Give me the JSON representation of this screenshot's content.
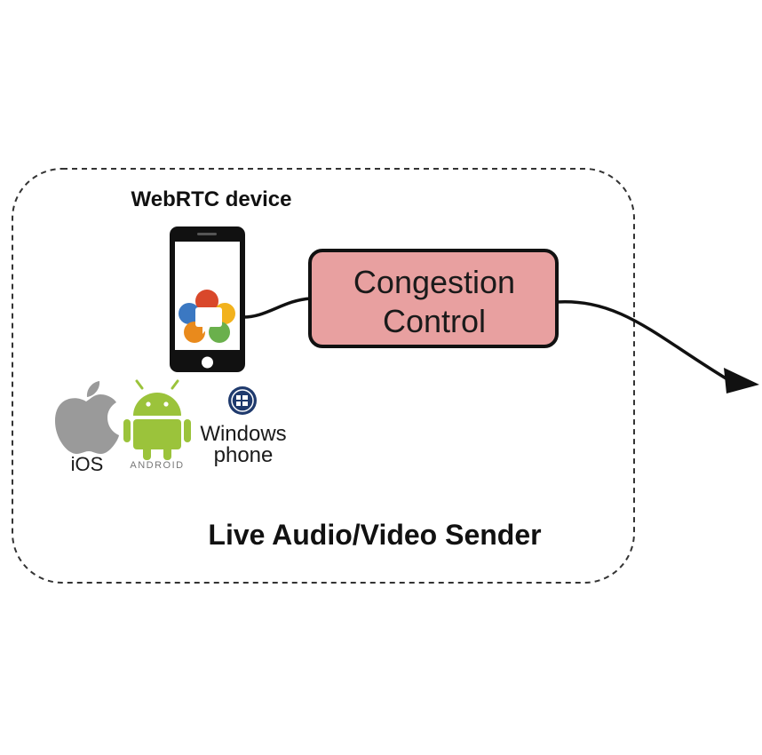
{
  "diagram": {
    "device_label": "WebRTC device",
    "process_line1": "Congestion",
    "process_line2": "Control",
    "container_label": "Live Audio/Video Sender",
    "process_fill": "#e8a0a0",
    "stroke_color": "#111111"
  },
  "platforms": {
    "ios_label": "iOS",
    "android_label": "ANDROID",
    "windows_line1": "Windows",
    "windows_line2": "phone"
  },
  "icons": [
    "smartphone-icon",
    "webrtc-logo-icon",
    "apple-icon",
    "android-icon",
    "windows-phone-icon",
    "arrow-head-icon"
  ]
}
